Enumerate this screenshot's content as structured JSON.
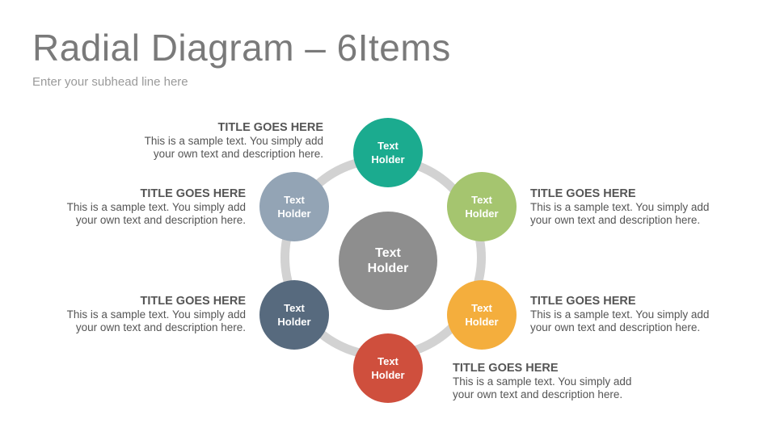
{
  "header": {
    "title": "Radial Diagram – 6Items",
    "subtitle": "Enter your subhead line here"
  },
  "diagram": {
    "center": {
      "label": "Text Holder",
      "color": "#8e8e8e"
    },
    "nodes": [
      {
        "id": "top",
        "label": "Text Holder",
        "color": "#1bab8f"
      },
      {
        "id": "top-right",
        "label": "Text Holder",
        "color": "#a5c56f"
      },
      {
        "id": "bottom-right",
        "label": "Text Holder",
        "color": "#f4ae3d"
      },
      {
        "id": "bottom",
        "label": "Text Holder",
        "color": "#cf4f3d"
      },
      {
        "id": "bottom-left",
        "label": "Text Holder",
        "color": "#576a7e"
      },
      {
        "id": "top-left",
        "label": "Text Holder",
        "color": "#93a4b5"
      }
    ],
    "ring_color": "#d2d2d2"
  },
  "callouts": [
    {
      "title": "TITLE GOES HERE",
      "line1": "This is a sample text. You simply add",
      "line2": "your own text and description here."
    },
    {
      "title": "TITLE GOES HERE",
      "line1": "This is a sample text. You simply add",
      "line2": "your own text and description here."
    },
    {
      "title": "TITLE GOES HERE",
      "line1": "This is a sample text. You simply add",
      "line2": "your own text and description here."
    },
    {
      "title": "TITLE GOES HERE",
      "line1": "This is a sample text. You simply add",
      "line2": "your own text and description here."
    },
    {
      "title": "TITLE GOES HERE",
      "line1": "This is a sample text. You simply add",
      "line2": "your own text and description here."
    },
    {
      "title": "TITLE GOES HERE",
      "line1": "This is a sample text. You simply add",
      "line2": "your own text and description here."
    }
  ]
}
